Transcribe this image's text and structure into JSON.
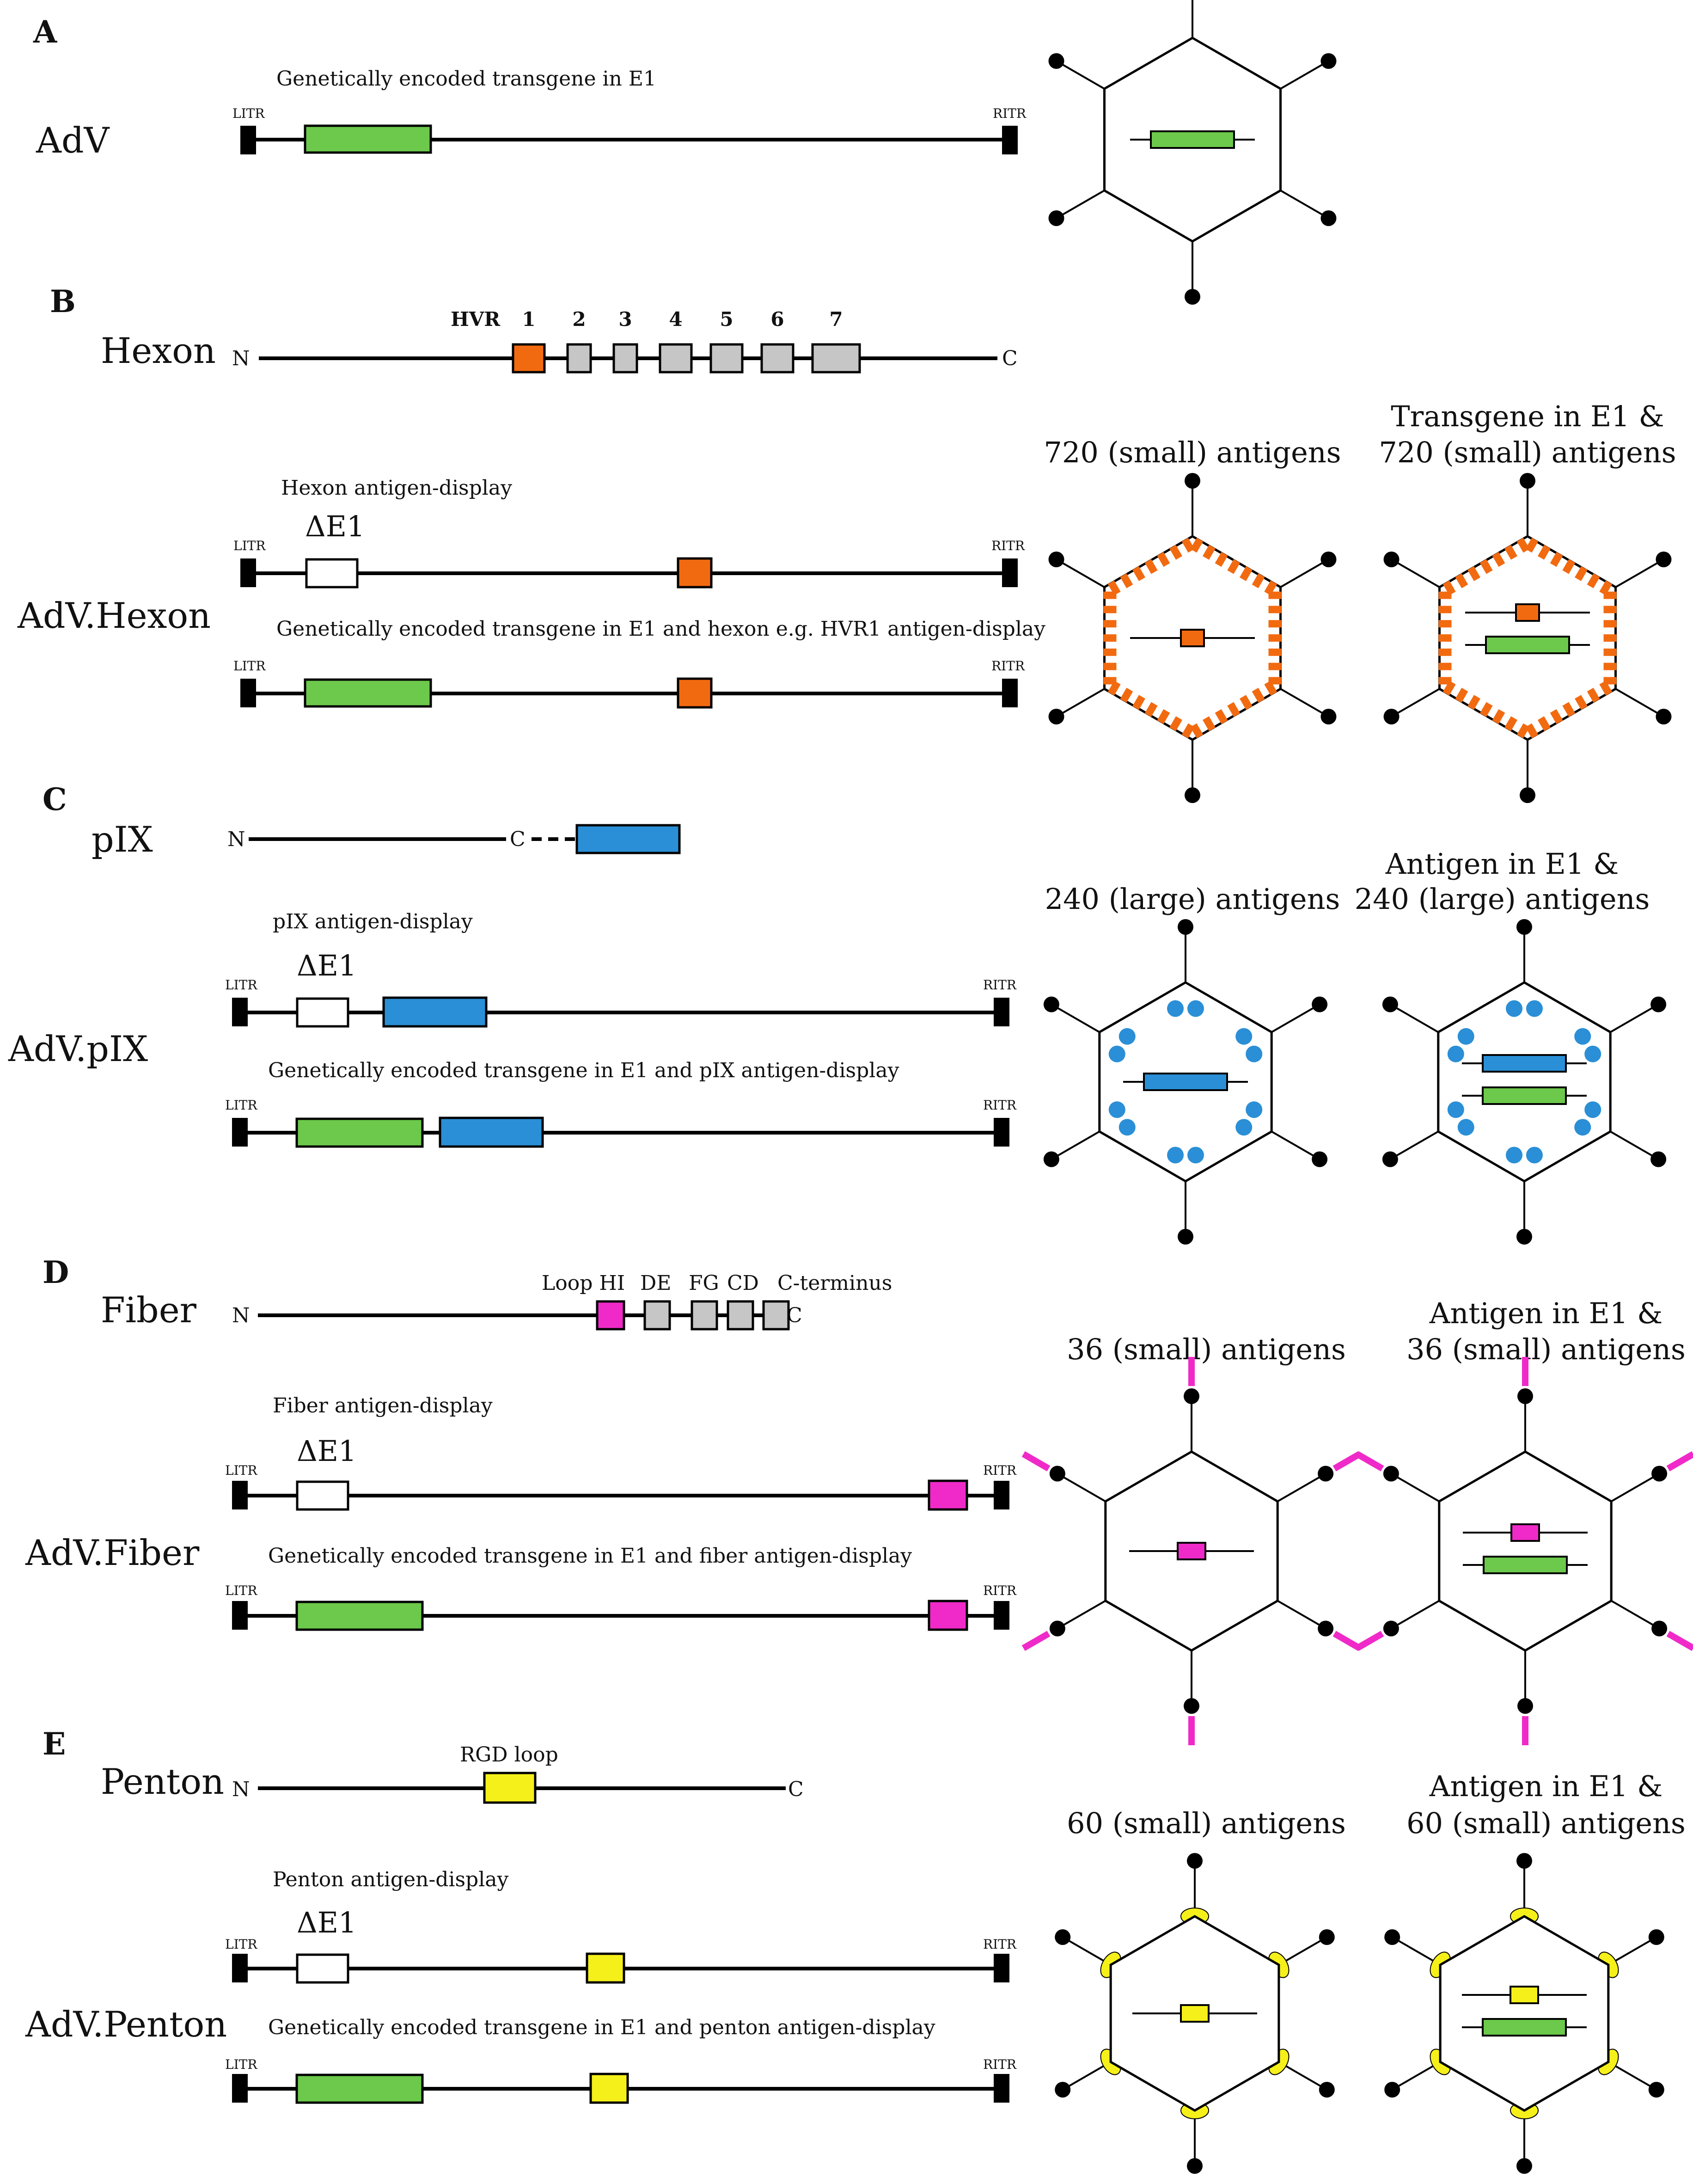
{
  "colors": {
    "transgene": "#6cc94b",
    "hexon": "#f26a10",
    "pix": "#2a8fd6",
    "fiber": "#f02ac8",
    "penton": "#f5f01a",
    "gray": "#c6c6c6",
    "line": "#000000"
  },
  "labels": {
    "litr": "LITR",
    "ritr": "RITR",
    "n": "N",
    "c": "C",
    "delta_e1": "ΔE1"
  },
  "panelA": {
    "letter": "A",
    "name": "AdV",
    "caption": "Genetically encoded transgene in E1"
  },
  "panelB": {
    "letter": "B",
    "protein": "Hexon",
    "hvr_label": "HVR",
    "hvr_numbers": [
      "1",
      "2",
      "3",
      "4",
      "5",
      "6",
      "7"
    ],
    "name": "AdV.Hexon",
    "caption1": "Hexon antigen-display",
    "caption2": "Genetically encoded transgene in E1 and hexon e.g. HVR1 antigen-display",
    "title1": "720 (small) antigens",
    "title2a": "Transgene in E1 &",
    "title2b": "720 (small) antigens"
  },
  "panelC": {
    "letter": "C",
    "protein": "pIX",
    "name": "AdV.pIX",
    "caption1": "pIX antigen-display",
    "caption2": "Genetically encoded transgene in E1 and pIX antigen-display",
    "title1": "240 (large) antigens",
    "title2a": "Antigen in E1 &",
    "title2b": "240 (large) antigens"
  },
  "panelD": {
    "letter": "D",
    "protein": "Fiber",
    "domains": [
      "Loop HI",
      "DE",
      "FG",
      "CD",
      "C-terminus"
    ],
    "name": "AdV.Fiber",
    "caption1": "Fiber antigen-display",
    "caption2": "Genetically encoded transgene in E1 and fiber antigen-display",
    "title1": "36 (small) antigens",
    "title2a": "Antigen in E1 &",
    "title2b": "36 (small) antigens"
  },
  "panelE": {
    "letter": "E",
    "protein": "Penton",
    "domain": "RGD loop",
    "name": "AdV.Penton",
    "caption1": "Penton antigen-display",
    "caption2": "Genetically encoded transgene in E1 and penton antigen-display",
    "title1": "60 (small) antigens",
    "title2a": "Antigen in E1 &",
    "title2b": "60 (small) antigens"
  }
}
